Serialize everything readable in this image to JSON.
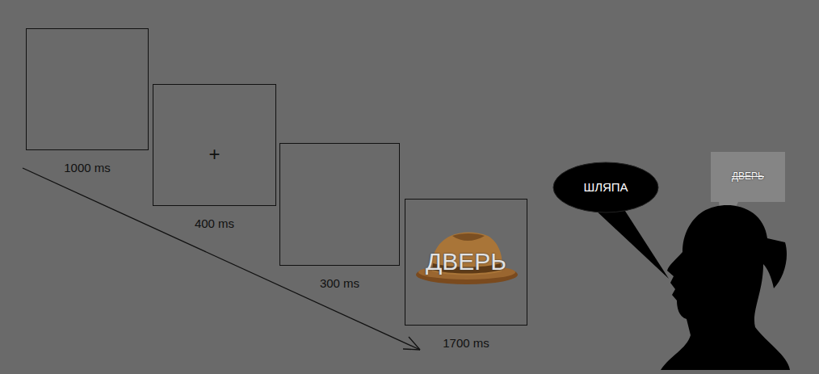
{
  "diagram": {
    "nodes": [
      {
        "text": [
          "1000 ms"
        ]
      },
      {
        "text": [
          "+",
          "400 ms"
        ]
      },
      {
        "text": [
          "300 ms"
        ]
      },
      {
        "text": [
          "ДВЕРЬ",
          "1700 ms"
        ]
      },
      {
        "text": [
          "ШЛЯПА"
        ]
      },
      {
        "text": [
          "ДВЕРЬ"
        ]
      }
    ]
  }
}
